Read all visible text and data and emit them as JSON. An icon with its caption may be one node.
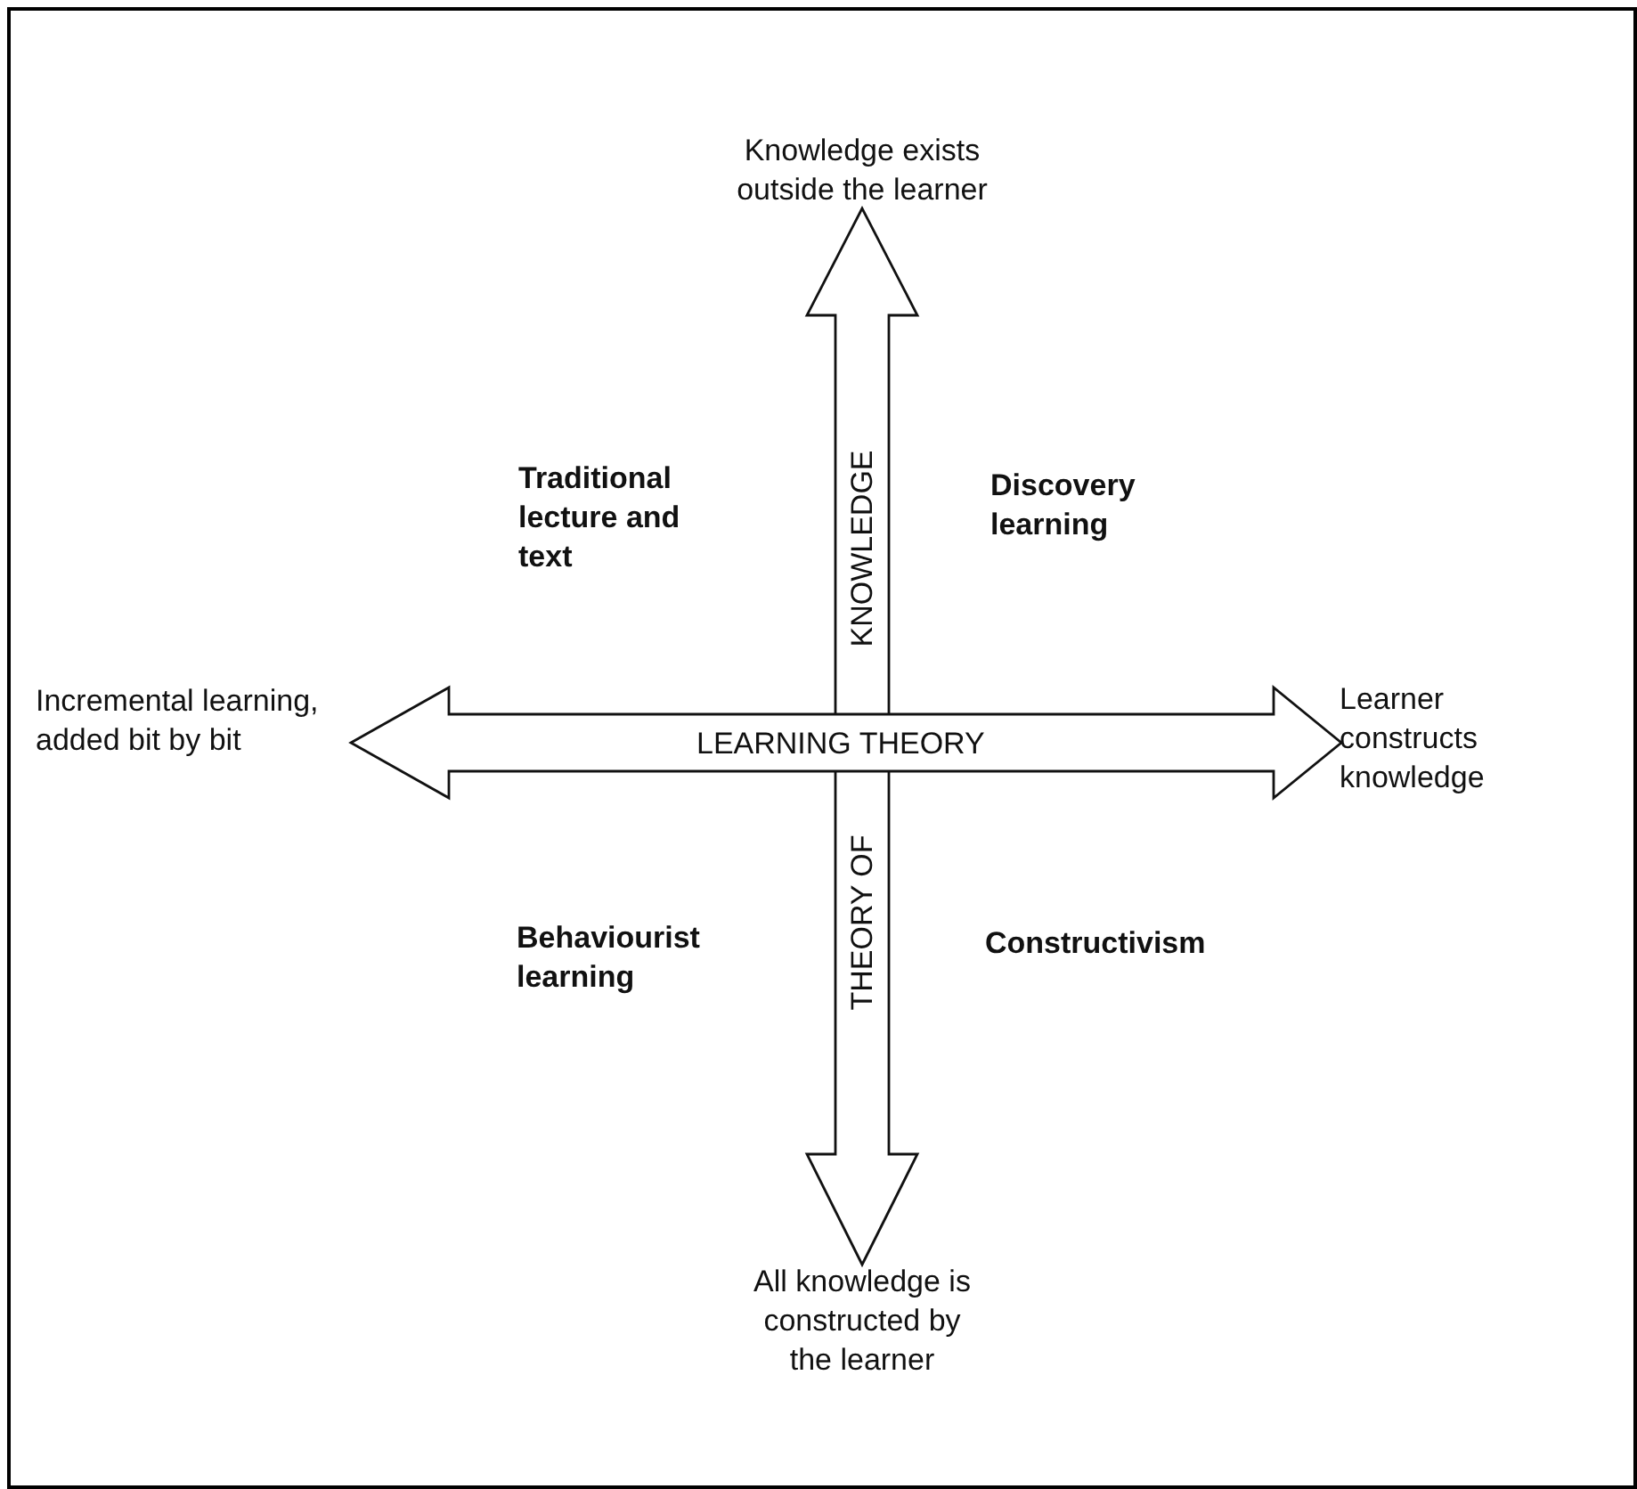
{
  "diagram": {
    "nodes": [
      {
        "text": [
          "Knowledge exists outside the learner"
        ]
      },
      {
        "text": [
          "Incremental learning, added bit by bit"
        ]
      },
      {
        "text": [
          "Learner constructs knowledge"
        ]
      },
      {
        "text": [
          "All knowledge is constructed by the learner"
        ]
      }
    ],
    "edges": [
      {
        "from": 0,
        "to": 3,
        "arrow": "both"
      },
      {
        "from": 1,
        "to": 2,
        "arrow": "both"
      }
    ],
    "labels": [
      "Traditional lecture and text",
      "Discovery learning",
      "KNOWLEDGE",
      "LEARNING THEORY",
      "THEORY OF",
      "Behaviourist learning",
      "Constructivism"
    ]
  }
}
